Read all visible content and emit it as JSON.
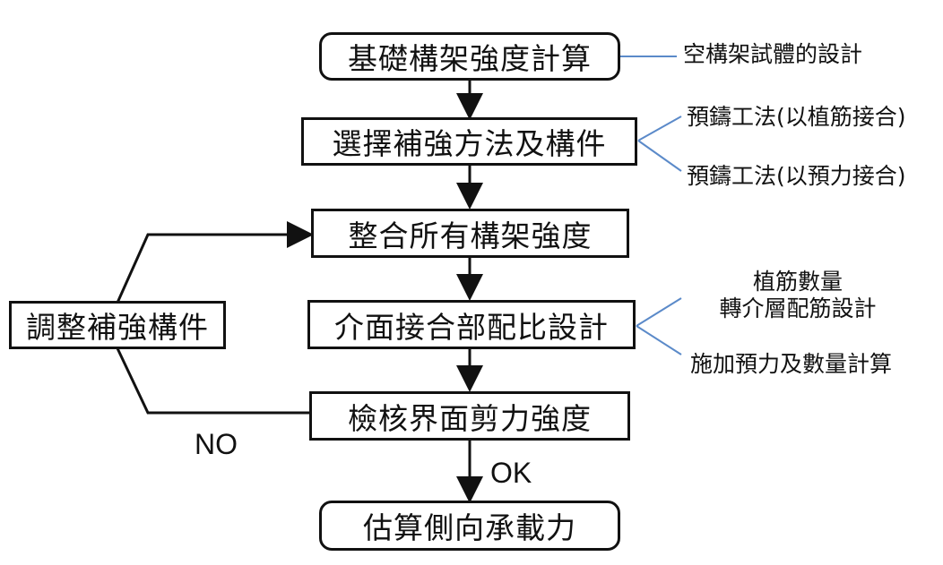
{
  "flow": {
    "step1": "基礎構架強度計算",
    "step2": "選擇補強方法及構件",
    "step3": "整合所有構架強度",
    "step4": "介面接合部配比設計",
    "step5": "檢核界面剪力強度",
    "step6": "估算側向承載力",
    "adjust": "調整補強構件"
  },
  "notes": {
    "step1_note": "空構架試體的設計",
    "step2_option_a": "預鑄工法(以植筋接合)",
    "step2_option_b": "預鑄工法(以預力接合)",
    "step4_note_line1": "植筋數量",
    "step4_note_line2": "轉介層配筋設計",
    "step4_note_line3": "施加預力及數量計算"
  },
  "edges": {
    "no_label": "NO",
    "ok_label": "OK"
  }
}
